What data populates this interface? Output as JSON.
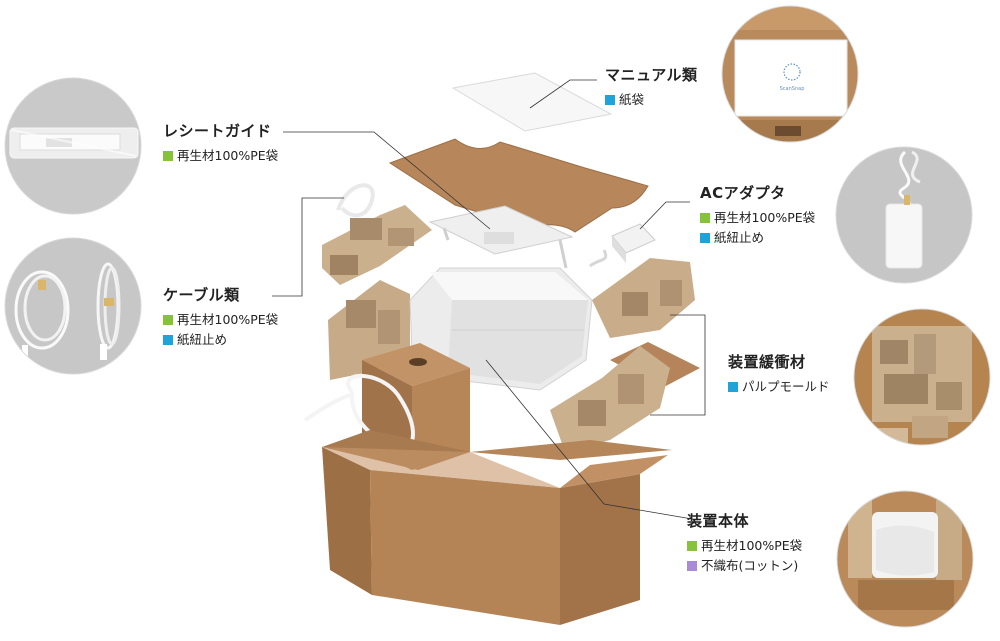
{
  "colors": {
    "green": "#86c33a",
    "cyan": "#1fa3d9",
    "purple": "#a98ad9",
    "cardboard": "#b88558",
    "cardboard_dark": "#9a6b40",
    "pulp": "#c9ae8a",
    "circle_bg": "#c7c7c7"
  },
  "labels": {
    "manual": {
      "title": "マニュアル類",
      "materials": [
        {
          "text": "紙袋",
          "color": "cyan"
        }
      ]
    },
    "receipt_guide": {
      "title": "レシートガイド",
      "materials": [
        {
          "text": "再生材100%PE袋",
          "color": "green"
        }
      ]
    },
    "ac_adapter": {
      "title": "ACアダプタ",
      "materials": [
        {
          "text": "再生材100%PE袋",
          "color": "green"
        },
        {
          "text": "紙紐止め",
          "color": "cyan"
        }
      ]
    },
    "cables": {
      "title": "ケーブル類",
      "materials": [
        {
          "text": "再生材100%PE袋",
          "color": "green"
        },
        {
          "text": "紙紐止め",
          "color": "cyan"
        }
      ]
    },
    "cushioning": {
      "title": "装置緩衝材",
      "materials": [
        {
          "text": "パルプモールド",
          "color": "cyan"
        }
      ]
    },
    "main_unit": {
      "title": "装置本体",
      "materials": [
        {
          "text": "再生材100%PE袋",
          "color": "green"
        },
        {
          "text": "不織布(コットン)",
          "color": "purple"
        }
      ]
    }
  },
  "photos": [
    {
      "name": "receipt-guide-photo",
      "icon": "bagged-receipt-guide"
    },
    {
      "name": "cables-photo",
      "icon": "usb-cable-coils"
    },
    {
      "name": "manual-photo",
      "icon": "manual-in-box",
      "text": "ScanSnap"
    },
    {
      "name": "ac-adapter-photo",
      "icon": "ac-adapter"
    },
    {
      "name": "cushioning-photo",
      "icon": "pulp-mold-in-box"
    },
    {
      "name": "main-unit-photo",
      "icon": "scanner-in-box"
    }
  ]
}
